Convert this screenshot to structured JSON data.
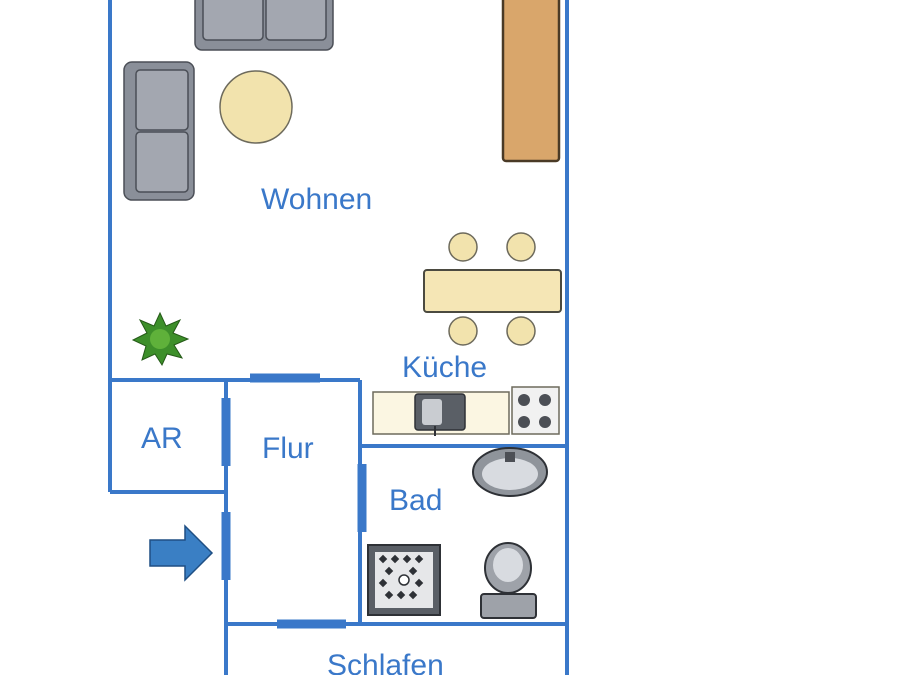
{
  "plan": {
    "rooms": {
      "wohnen": "Wohnen",
      "kueche": "Küche",
      "ar": "AR",
      "flur": "Flur",
      "bad": "Bad",
      "schlafen": "Schlafen"
    },
    "colors": {
      "wall": "#3a78c9",
      "label": "#3a78c9",
      "sofa": "#8a8f99",
      "table_round": "#f2e3ad",
      "cabinet": "#d9a66b",
      "dining_table": "#f5e6b5",
      "arrow": "#3a7fc4",
      "plant": "#3d8f2a"
    },
    "icons": {
      "sofa_top": "sofa-icon",
      "sofa_left": "sofa-icon",
      "round_table": "round-table-icon",
      "cabinet": "cabinet-icon",
      "dining_table": "dining-table-icon",
      "plant": "plant-icon",
      "sink": "kitchen-sink-icon",
      "stove": "stove-icon",
      "washbasin": "washbasin-icon",
      "shower": "shower-icon",
      "toilet": "toilet-icon",
      "entrance": "entrance-arrow-icon"
    }
  }
}
